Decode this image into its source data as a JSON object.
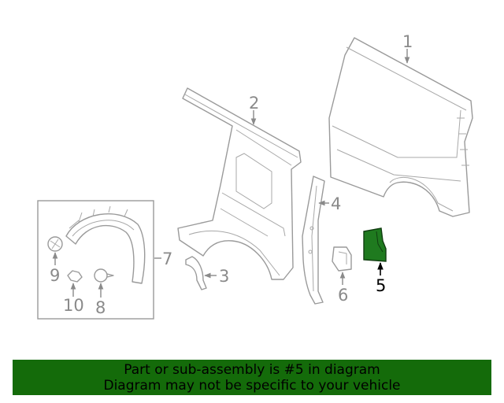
{
  "callouts": {
    "c1": "1",
    "c2": "2",
    "c3": "3",
    "c4": "4",
    "c5": "5",
    "c6": "6",
    "c7": "7",
    "c8": "8",
    "c9": "9",
    "c10": "10"
  },
  "highlight": {
    "part": "5",
    "color": "#1f7a1f"
  },
  "banner": {
    "line1": "Part or sub-assembly is #5 in diagram",
    "line2": "Diagram may not be specific to your vehicle",
    "color": "#146b0a"
  }
}
